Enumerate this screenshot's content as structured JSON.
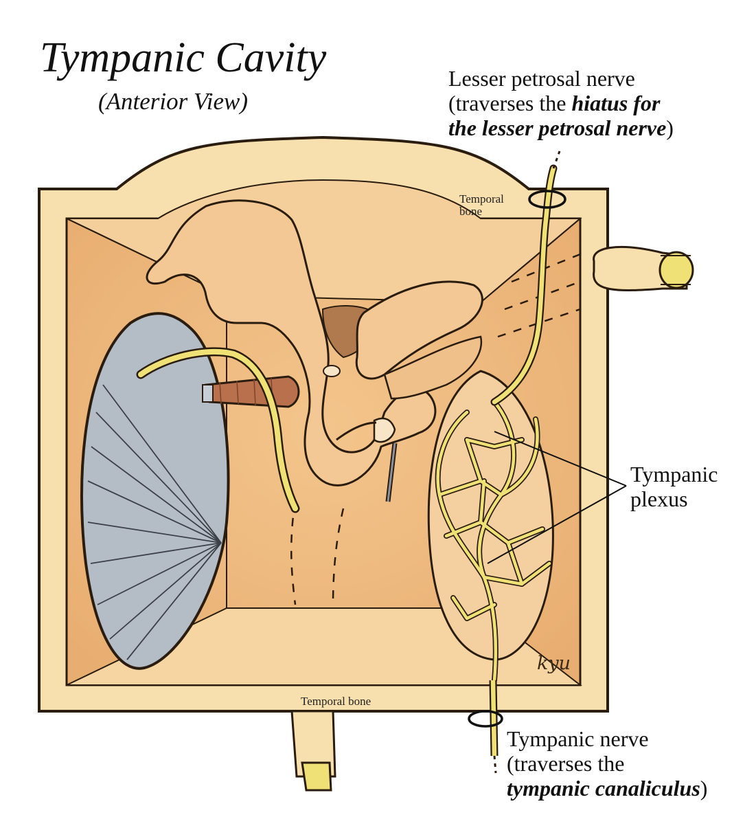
{
  "title": "Tympanic Cavity",
  "subtitle": "(Anterior View)",
  "labels": {
    "lesser_petrosal_nerve": {
      "line1": "Lesser petrosal nerve",
      "line2_prefix": "(traverses the ",
      "line2_bold": "hiatus for",
      "line3_bold": "the lesser petrosal nerve",
      "line3_suffix": ")"
    },
    "tympanic_plexus": {
      "line1": "Tympanic",
      "line2": "plexus"
    },
    "tympanic_nerve": {
      "line1": "Tympanic nerve",
      "line2": "(traverses the",
      "line3_bold": "tympanic canaliculus",
      "line3_suffix": ")"
    },
    "temporal_bone_upper": "Temporal bone",
    "temporal_bone_lower": "Temporal bone"
  },
  "signature": "kyu",
  "colors": {
    "bone_frame": "#f8dfae",
    "cavity_wall": "#f0c087",
    "cavity_floor": "#f5cf97",
    "ossicle": "#f3c894",
    "nerve": "#efe176",
    "membrane": "#b4bcc6",
    "muscle": "#b8714c",
    "outline": "#2a1d10"
  }
}
